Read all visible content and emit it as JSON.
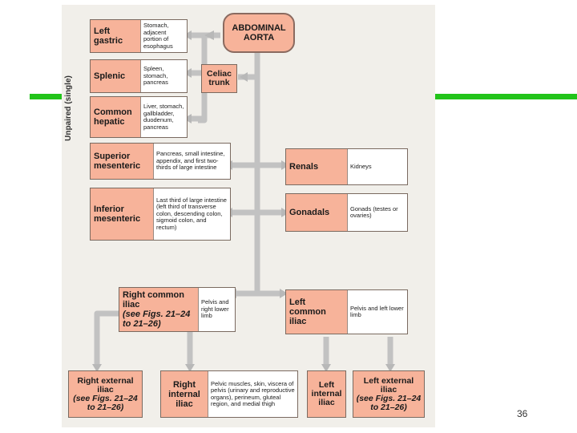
{
  "aorta": "ABDOMINAL AORTA",
  "unpaired_label": "Unpaired (single)",
  "celiac": "Celiac trunk",
  "page_number": "36",
  "branches": {
    "left_gastric": {
      "name": "Left gastric",
      "supplies": "Stomach, adjacent portion of esophagus"
    },
    "splenic": {
      "name": "Splenic",
      "supplies": "Spleen, stomach, pancreas"
    },
    "common_hepatic": {
      "name": "Common hepatic",
      "supplies": "Liver, stomach, gallbladder, duodenum, pancreas"
    },
    "superior_mesenteric": {
      "name": "Superior mesenteric",
      "supplies": "Pancreas, small intestine, appendix, and first two-thirds of large intestine"
    },
    "inferior_mesenteric": {
      "name": "Inferior mesenteric",
      "supplies": "Last third of large intestine (left third of transverse colon, descending colon, sigmoid colon, and rectum)"
    },
    "renals": {
      "name": "Renals",
      "supplies": "Kidneys"
    },
    "gonadals": {
      "name": "Gonadals",
      "supplies": "Gonads (testes or ovaries)"
    },
    "right_common_iliac": {
      "name": "Right common iliac",
      "ref": "(see Figs. 21–24 to 21–26)",
      "supplies": "Pelvis and right lower limb"
    },
    "left_common_iliac": {
      "name": "Left common iliac",
      "supplies": "Pelvis and left lower limb"
    },
    "right_external_iliac": {
      "name": "Right external iliac",
      "ref": "(see Figs. 21–24 to 21–26)"
    },
    "right_internal_iliac": {
      "name": "Right internal iliac",
      "supplies": "Pelvic muscles, skin, viscera of pelvis (urinary and reproductive organs), perineum, gluteal region, and medial thigh"
    },
    "left_internal_iliac": {
      "name": "Left internal iliac"
    },
    "left_external_iliac": {
      "name": "Left external iliac",
      "ref": "(see Figs. 21–24 to 21–26)"
    }
  },
  "colors": {
    "accent_bar": "#22c41a",
    "box_fill": "#f7b39a",
    "connector": "#c2c2c2"
  }
}
